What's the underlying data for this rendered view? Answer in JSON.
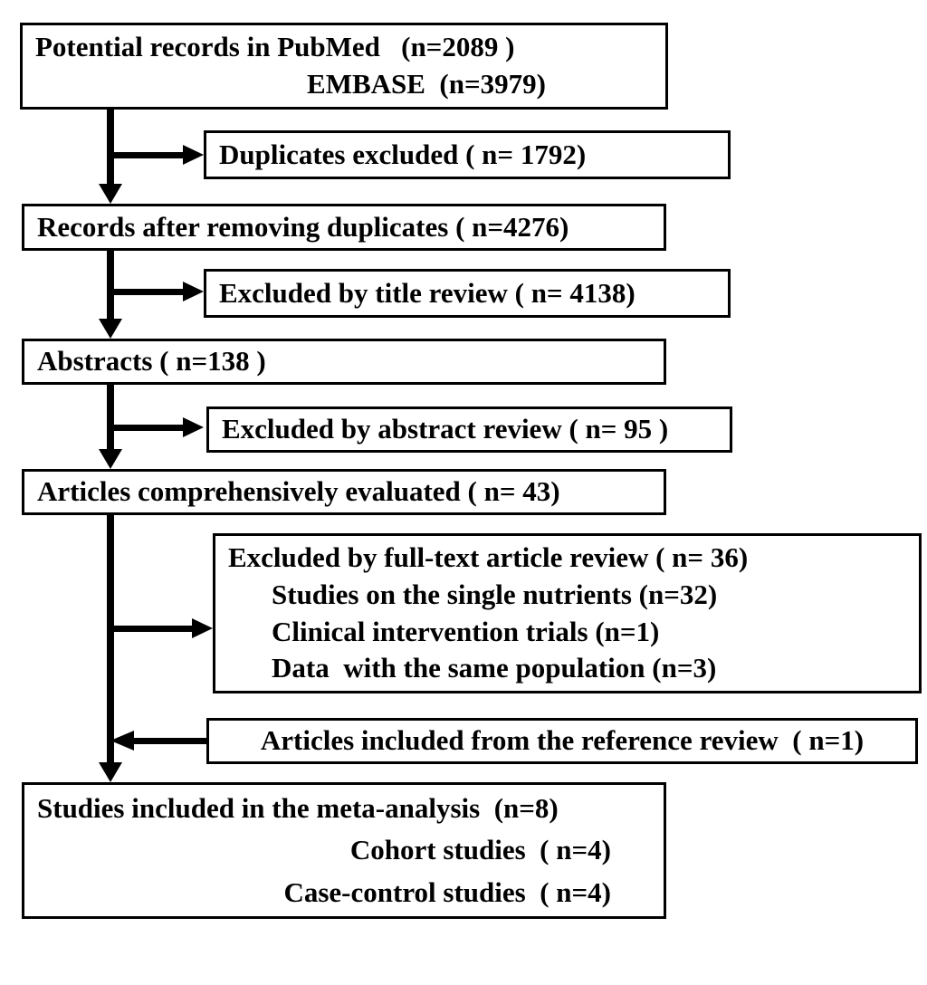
{
  "diagram": {
    "background_color": "#ffffff",
    "line_color": "#000000",
    "boxes": [
      {
        "id": "potential-records",
        "lines": [
          "Potential records in PubMed   (n=2089 )",
          "EMBASE  (n=3979)"
        ]
      },
      {
        "id": "duplicates-excluded",
        "lines": [
          "Duplicates excluded ( n= 1792)"
        ]
      },
      {
        "id": "records-after-removing-duplicates",
        "lines": [
          "Records after removing duplicates ( n=4276)"
        ]
      },
      {
        "id": "excluded-by-title-review",
        "lines": [
          "Excluded by title review ( n= 4138)"
        ]
      },
      {
        "id": "abstracts",
        "lines": [
          "Abstracts ( n=138 )"
        ]
      },
      {
        "id": "excluded-by-abstract-review",
        "lines": [
          "Excluded by abstract review ( n= 95 )"
        ]
      },
      {
        "id": "articles-comprehensively-evaluated",
        "lines": [
          "Articles comprehensively evaluated ( n= 43)"
        ]
      },
      {
        "id": "excluded-by-fulltext-review",
        "lines": [
          "Excluded by full-text article review ( n= 36)",
          "Studies on the single nutrients (n=32)",
          "Clinical intervention trials (n=1)",
          "Data  with the same population (n=3)"
        ]
      },
      {
        "id": "articles-from-reference-review",
        "lines": [
          "Articles included from the reference review  ( n=1)"
        ]
      },
      {
        "id": "studies-included-meta-analysis",
        "lines": [
          "Studies included in the meta-analysis  (n=8)",
          "Cohort studies  ( n=4)",
          "Case-control studies  ( n=4)"
        ]
      }
    ]
  }
}
